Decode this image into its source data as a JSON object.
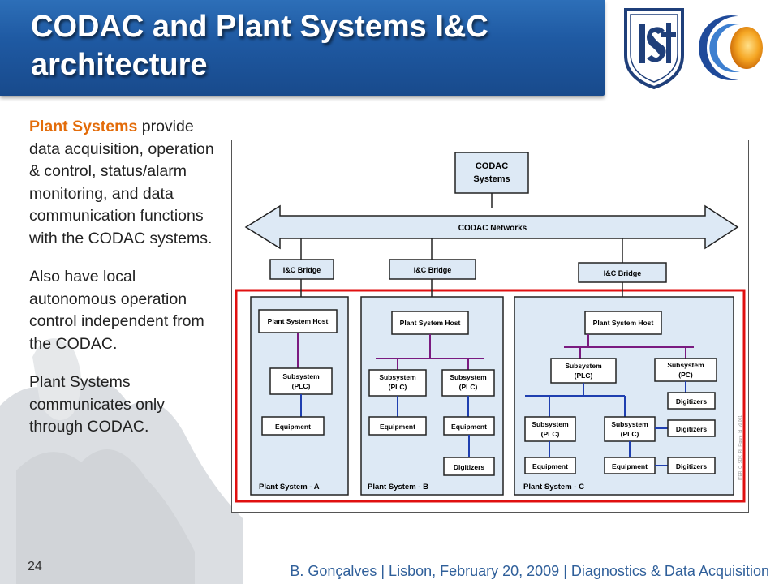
{
  "slide": {
    "title": "CODAC and Plant Systems I&C architecture",
    "page_number": "24",
    "footer": "B. Gonçalves | Lisbon, February 20, 2009 | Diagnostics & Data Acquisition"
  },
  "body": {
    "p1_highlight": "Plant Systems",
    "p1_rest": " provide data acquisition, operation & control, status/alarm monitoring, and data communication functions with the CODAC systems.",
    "p2": "Also have local autonomous operation control independent from the CODAC.",
    "p3": " Plant Systems communicates only through CODAC."
  },
  "diagram": {
    "codac_systems_line1": "CODAC",
    "codac_systems_line2": "Systems",
    "codac_networks": "CODAC  Networks",
    "bridge_a": "I&C Bridge",
    "bridge_b": "I&C Bridge",
    "bridge_c": "I&C Bridge",
    "a": {
      "host": "Plant System Host",
      "sub_line1": "Subsystem",
      "sub_line2": "(PLC)",
      "equipment": "Equipment",
      "label": "Plant System - A"
    },
    "b": {
      "host": "Plant System Host",
      "sub1_line1": "Subsystem",
      "sub1_line2": "(PLC)",
      "sub2_line1": "Subsystem",
      "sub2_line2": "(PLC)",
      "equipment1": "Equipment",
      "equipment2": "Equipment",
      "digitizers": "Digitizers",
      "label": "Plant System - B"
    },
    "c": {
      "host": "Plant System Host",
      "sub_top_line1": "Subsystem",
      "sub_top_line2": "(PLC)",
      "sub_pc_line1": "Subsystem",
      "sub_pc_line2": "(PC)",
      "sub_l_line1": "Subsystem",
      "sub_l_line2": "(PLC)",
      "sub_r_line1": "Subsystem",
      "sub_r_line2": "(PLC)",
      "digitizers1": "Digitizers",
      "digitizers2": "Digitizers",
      "digitizers3": "Digitizers",
      "equipment1": "Equipment",
      "equipment2": "Equipment",
      "label": "Plant System - C"
    },
    "watermark": "ITER_C_SDK_RI_Figure_ld_v0.001",
    "colors": {
      "box_fill": "#dde9f5",
      "highlight_border": "#e01010",
      "purple_link": "#7a1b80",
      "blue_link": "#1f3fb0"
    }
  }
}
